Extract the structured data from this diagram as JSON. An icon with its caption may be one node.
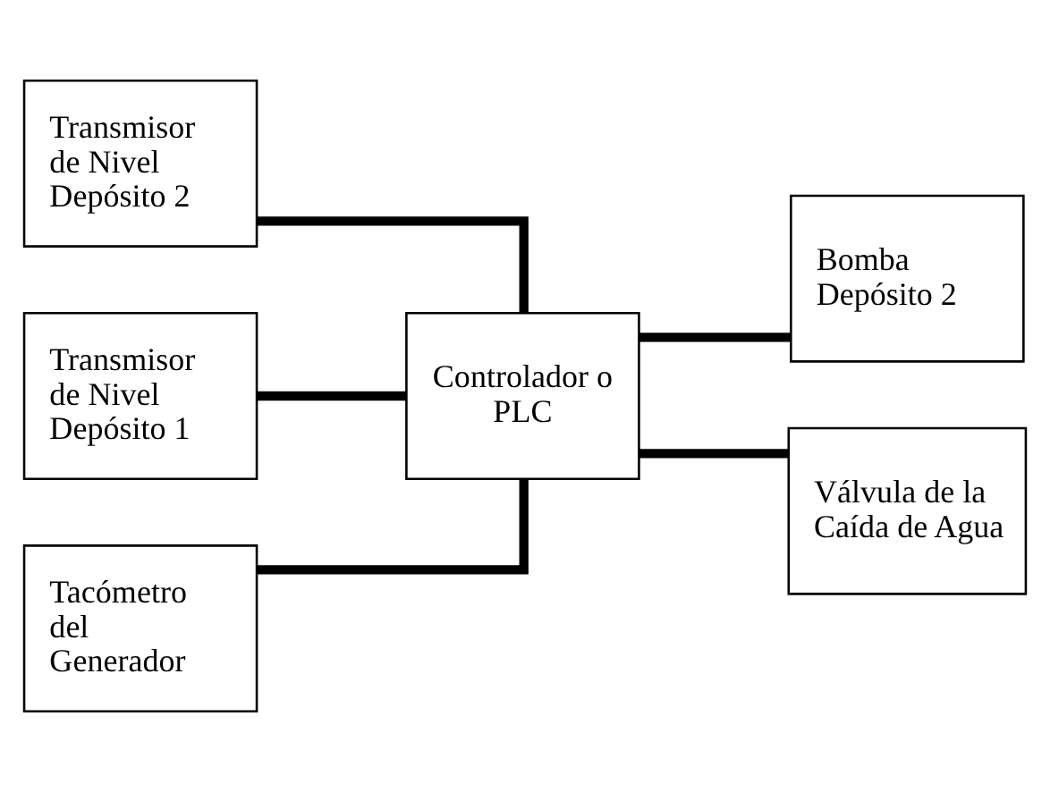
{
  "diagram": {
    "nodes": [
      {
        "text": [
          "Transmisor de Nivel Depósito 2"
        ]
      },
      {
        "text": [
          "Transmisor de Nivel Depósito 1"
        ]
      },
      {
        "text": [
          "Tacómetro del Generador"
        ]
      },
      {
        "text": [
          "Controlador o PLC"
        ]
      },
      {
        "text": [
          "Bomba Depósito 2"
        ]
      },
      {
        "text": [
          "Válvula de la Caída de Agua"
        ]
      }
    ],
    "edges": [
      {
        "from": 0,
        "to": 3,
        "arrow": "none"
      },
      {
        "from": 1,
        "to": 3,
        "arrow": "none"
      },
      {
        "from": 2,
        "to": 3,
        "arrow": "none"
      },
      {
        "from": 3,
        "to": 4,
        "arrow": "none"
      },
      {
        "from": 3,
        "to": 5,
        "arrow": "none"
      }
    ]
  }
}
